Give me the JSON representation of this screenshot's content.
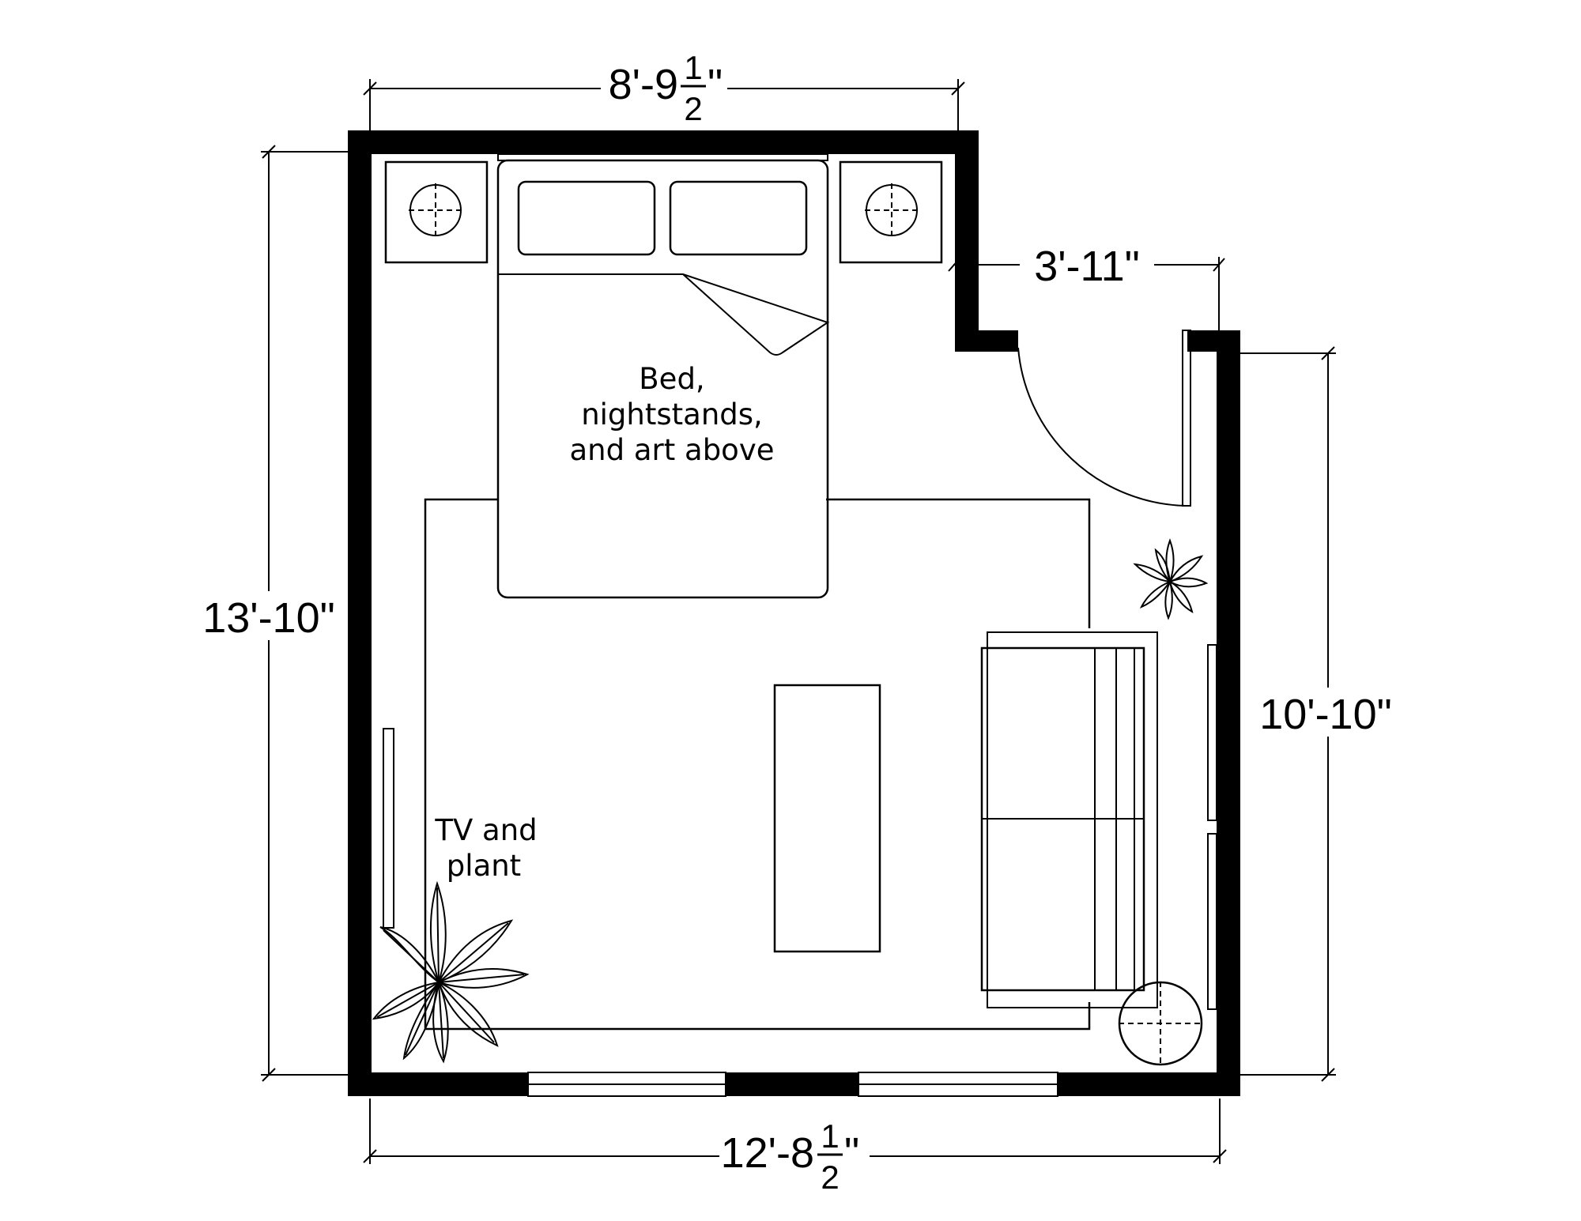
{
  "dimensions": {
    "top": {
      "whole": "8'-9",
      "num": "1",
      "den": "2",
      "suffix": "\""
    },
    "left": "13'-10\"",
    "alcove": "3'-11\"",
    "right": "10'-10\"",
    "bottom": {
      "whole": "12'-8",
      "num": "1",
      "den": "2",
      "suffix": "\""
    }
  },
  "labels": {
    "bed": [
      "Bed,",
      "nightstands,",
      "and art above"
    ],
    "tv": [
      "TV and",
      "plant"
    ]
  }
}
